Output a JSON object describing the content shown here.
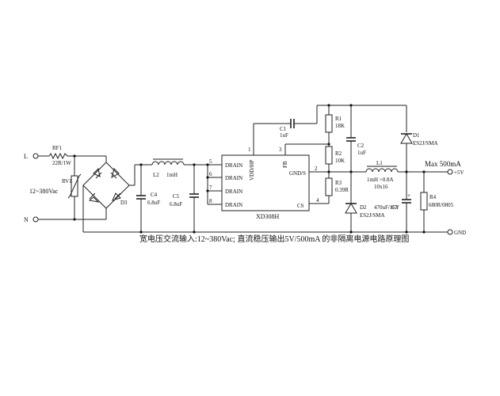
{
  "terminals": {
    "line_in": "L",
    "neutral_in": "N",
    "output_plus": "+5V",
    "ground": "GND"
  },
  "input_spec": "12~380Vac",
  "output_spec": "Max 500mA",
  "components": {
    "rf1": {
      "ref": "RF1",
      "value": "22R/1W"
    },
    "rv1": {
      "ref": "RV1"
    },
    "d3": {
      "ref": "D3"
    },
    "c4": {
      "ref": "C4",
      "value": "6.8uF"
    },
    "l2": {
      "ref": "L2",
      "value": "1mH"
    },
    "c5": {
      "ref": "C5",
      "value": "6.8uF"
    },
    "c1": {
      "ref": "C1",
      "value": "1uF"
    },
    "r1": {
      "ref": "R1",
      "value": "18K"
    },
    "r2": {
      "ref": "R2",
      "value": "10K"
    },
    "r3": {
      "ref": "R3",
      "value": "0.39R"
    },
    "c2": {
      "ref": "C2",
      "value": "1uF"
    },
    "d1": {
      "ref": "D1",
      "value": "ES2J/SMA"
    },
    "l1": {
      "ref": "L1",
      "value": "1mH  >0.8A",
      "package": "10x16"
    },
    "d2": {
      "ref": "D2",
      "value": "ES2J/SMA"
    },
    "c3": {
      "ref": "C3",
      "value": "470uF/16V"
    },
    "r4": {
      "ref": "R4",
      "value": "680R/0805"
    }
  },
  "ic": {
    "part": "XD308H",
    "pins": {
      "drain": "DRAIN",
      "vdd_hp": "VDD/HP",
      "fb": "FB",
      "gnd_s": "GND/S",
      "cs": "CS"
    },
    "pin_numbers": [
      "5",
      "6",
      "7",
      "8",
      "1",
      "3",
      "2",
      "4"
    ]
  },
  "caption": "宽电压交流输入:12~380Vac; 直流稳压输出5V/500mA 的非隔离电源电路原理图"
}
